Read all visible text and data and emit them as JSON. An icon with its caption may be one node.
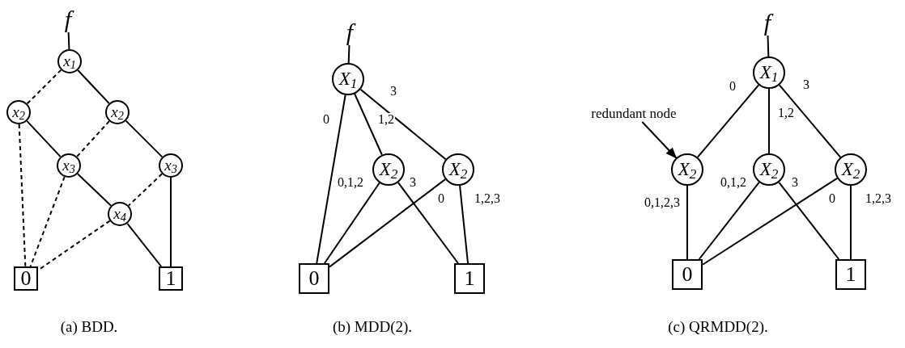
{
  "diagram": {
    "nodes": [
      {
        "text": [
          "f"
        ]
      },
      {
        "text": [
          "x$_{1}$"
        ]
      },
      {
        "text": [
          "x$_{2}$"
        ]
      },
      {
        "text": [
          "x$_{2}$"
        ]
      },
      {
        "text": [
          "x$_{3}$"
        ]
      },
      {
        "text": [
          "x$_{3}$"
        ]
      },
      {
        "text": [
          "x$_{4}$"
        ]
      },
      {
        "text": [
          "0"
        ]
      },
      {
        "text": [
          "1"
        ]
      },
      {
        "text": [
          "f"
        ]
      },
      {
        "text": [
          "X$_{1}$"
        ]
      },
      {
        "text": [
          "X$_{2}$"
        ]
      },
      {
        "text": [
          "X$_{2}$"
        ]
      },
      {
        "text": [
          "0"
        ]
      },
      {
        "text": [
          "1"
        ]
      },
      {
        "text": [
          "f"
        ]
      },
      {
        "text": [
          "redundant node"
        ]
      },
      {
        "text": [
          "X$_{1}$"
        ]
      },
      {
        "text": [
          "X$_{2}$"
        ]
      },
      {
        "text": [
          "X$_{2}$"
        ]
      },
      {
        "text": [
          "X$_{2}$"
        ]
      },
      {
        "text": [
          "0"
        ]
      },
      {
        "text": [
          "1"
        ]
      }
    ],
    "edges": [
      {
        "from": 0,
        "to": 1,
        "arrow": "none"
      },
      {
        "from": 1,
        "to": 2,
        "arrow": "none",
        "style": "dashed"
      },
      {
        "from": 1,
        "to": 3,
        "arrow": "none"
      },
      {
        "from": 2,
        "to": 4,
        "arrow": "none"
      },
      {
        "from": 2,
        "to": 7,
        "arrow": "none",
        "style": "dashed"
      },
      {
        "from": 3,
        "to": 4,
        "arrow": "none",
        "style": "dashed"
      },
      {
        "from": 3,
        "to": 5,
        "arrow": "none"
      },
      {
        "from": 4,
        "to": 6,
        "arrow": "none"
      },
      {
        "from": 4,
        "to": 7,
        "arrow": "none",
        "style": "dashed"
      },
      {
        "from": 5,
        "to": 6,
        "arrow": "none",
        "style": "dashed"
      },
      {
        "from": 5,
        "to": 8,
        "arrow": "none"
      },
      {
        "from": 6,
        "to": 8,
        "arrow": "none"
      },
      {
        "from": 6,
        "to": 7,
        "arrow": "none",
        "style": "dashed"
      },
      {
        "from": 9,
        "to": 10,
        "arrow": "none"
      },
      {
        "from": 10,
        "to": 13,
        "arrow": "none",
        "label": "0"
      },
      {
        "from": 10,
        "to": 11,
        "arrow": "none",
        "label": "1,2"
      },
      {
        "from": 10,
        "to": 12,
        "arrow": "none",
        "label": "3"
      },
      {
        "from": 11,
        "to": 13,
        "arrow": "none",
        "label": "0,1,2"
      },
      {
        "from": 11,
        "to": 14,
        "arrow": "none",
        "label": "3"
      },
      {
        "from": 12,
        "to": 13,
        "arrow": "none",
        "label": "0"
      },
      {
        "from": 12,
        "to": 14,
        "arrow": "none",
        "label": "1,2,3"
      },
      {
        "from": 15,
        "to": 17,
        "arrow": "none"
      },
      {
        "from": 16,
        "to": 18,
        "arrow": "to"
      },
      {
        "from": 17,
        "to": 18,
        "arrow": "none",
        "label": "0"
      },
      {
        "from": 17,
        "to": 19,
        "arrow": "none",
        "label": "1,2"
      },
      {
        "from": 17,
        "to": 20,
        "arrow": "none",
        "label": "3"
      },
      {
        "from": 18,
        "to": 21,
        "arrow": "none",
        "label": "0,1,2,3"
      },
      {
        "from": 19,
        "to": 21,
        "arrow": "none",
        "label": "0,1,2"
      },
      {
        "from": 19,
        "to": 22,
        "arrow": "none",
        "label": "3"
      },
      {
        "from": 20,
        "to": 21,
        "arrow": "none",
        "label": "0"
      },
      {
        "from": 20,
        "to": 22,
        "arrow": "none",
        "label": "1,2,3"
      }
    ],
    "labels": [
      "(a) BDD.",
      "(b) MDD(2).",
      "(c) QRMDD(2)."
    ]
  }
}
